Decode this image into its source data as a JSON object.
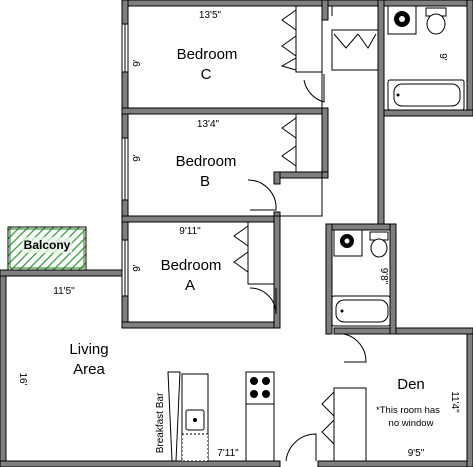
{
  "rooms": {
    "bedroom_c": {
      "line1": "Bedroom",
      "line2": "C",
      "width_dim": "13'5\"",
      "height_dim": "9'"
    },
    "bedroom_b": {
      "line1": "Bedroom",
      "line2": "B",
      "width_dim": "13'4\"",
      "height_dim": "9'"
    },
    "bedroom_a": {
      "line1": "Bedroom",
      "line2": "A",
      "width_dim": "9'11\"",
      "height_dim": "9'"
    },
    "living": {
      "line1": "Living",
      "line2": "Area",
      "width_dim": "11'5\"",
      "height_dim": "16'"
    },
    "den": {
      "name": "Den",
      "note_line1": "*This room has",
      "note_line2": "no window",
      "width_dim": "9'5\"",
      "height_dim": "11'4\""
    },
    "bath_top": {
      "dim": "9'"
    },
    "bath_mid": {
      "dim": "9'8\""
    },
    "kitchen": {
      "dim": "7'11\""
    },
    "balcony": {
      "label": "Balcony"
    },
    "breakfast_bar": {
      "label": "Breakfast Bar"
    }
  },
  "colors": {
    "wall": "#7f7f7f",
    "balcony_fill": "#2e9e2e",
    "hatch": "#1e7a1e"
  }
}
